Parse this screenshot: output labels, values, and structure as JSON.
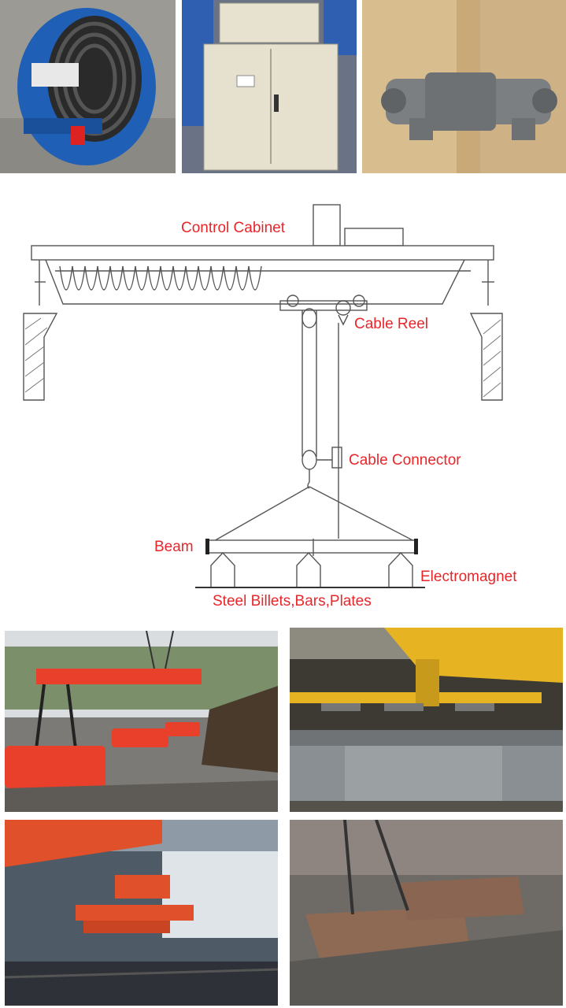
{
  "photos": {
    "top": [
      {
        "name": "cable-reel-photo"
      },
      {
        "name": "control-cabinet-photo"
      },
      {
        "name": "cable-connector-photo"
      }
    ],
    "bottom": [
      {
        "name": "red-electromagnet-beam-photo"
      },
      {
        "name": "yellow-crane-billets-photo"
      },
      {
        "name": "orange-crane-plates-photo"
      },
      {
        "name": "electromagnet-rebar-photo"
      }
    ]
  },
  "diagram": {
    "labels": {
      "control_cabinet": "Control Cabinet",
      "cable_reel": "Cable Reel",
      "cable_connector": "Cable Connector",
      "beam": "Beam",
      "electromagnet": "Electromagnet",
      "load": "Steel Billets,Bars,Plates"
    }
  },
  "colors": {
    "label_text": "#e8262a",
    "line": "#555555",
    "reel_blue": "#1f5fb5",
    "magnet_red": "#e8402a",
    "crane_yellow": "#e6b422"
  }
}
